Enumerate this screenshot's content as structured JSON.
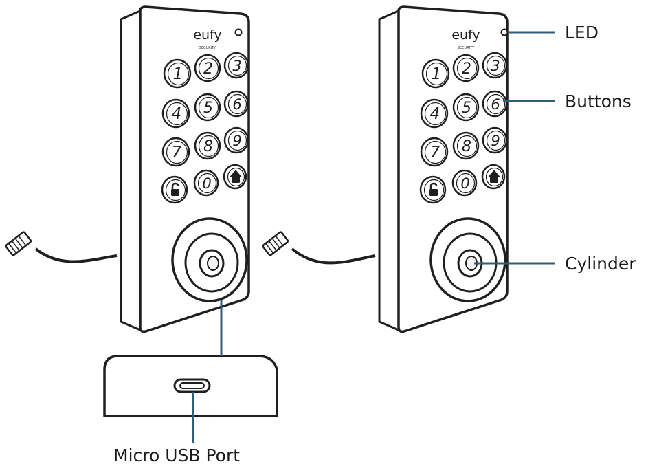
{
  "brand": {
    "logo_text": "eufy",
    "sub_text": "SECURITY"
  },
  "keypad": {
    "keys": [
      "1",
      "2",
      "3",
      "4",
      "5",
      "6",
      "7",
      "8",
      "9",
      "unlock-icon",
      "0",
      "lock-icon"
    ]
  },
  "callouts": {
    "led": "LED",
    "buttons": "Buttons",
    "cylinder": "Cylinder",
    "micro_usb": "Micro USB Port"
  },
  "colors": {
    "outline": "#1f1f1f",
    "callout_line": "#2f5e7a",
    "device_fill": "#ffffff",
    "shade": "#f2f2f2"
  }
}
